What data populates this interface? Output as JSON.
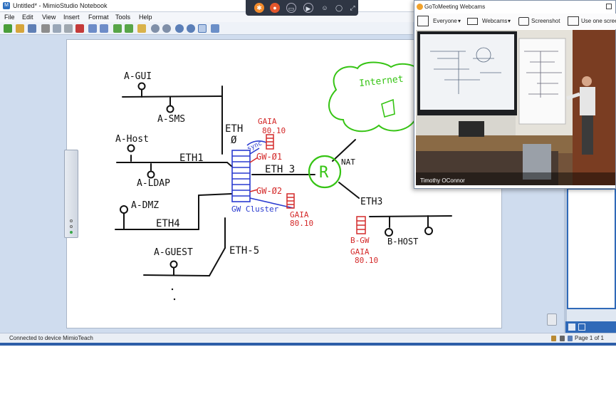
{
  "window": {
    "title": "Untitled* - MimioStudio Notebook"
  },
  "menu": {
    "items": [
      "File",
      "Edit",
      "View",
      "Insert",
      "Format",
      "Tools",
      "Help"
    ]
  },
  "status": {
    "connection": "Connected to device MimioTeach",
    "page": "Page 1 of 1"
  },
  "webcams": {
    "title": "GoToMeeting Webcams",
    "everyone": "Everyone",
    "webcams": "Webcams",
    "screenshot": "Screenshot",
    "share": "Use one screen",
    "presenter": "Timothy OConnor"
  },
  "whiteboard": {
    "labels": {
      "a_gui": "A-GUI",
      "a_sms": "A-SMS",
      "a_host": "A-Host",
      "a_ldap": "A-LDAP",
      "a_dmz": "A-DMZ",
      "a_guest": "A-GUEST",
      "eth0": "ETH",
      "eth0b": "Ø",
      "eth1": "ETH1",
      "eth3a": "ETH 3",
      "eth4": "ETH4",
      "eth5": "ETH-5",
      "eth3b": "ETH3",
      "router": "R",
      "nat": "NAT",
      "internet": "Internet",
      "gaia1a": "GAIA",
      "gaia1b": "80.10",
      "sync": "sync",
      "gw01": "GW-Ø1",
      "gw02": "GW-Ø2",
      "gwcluster": "GW Cluster",
      "gaia2a": "GAIA",
      "gaia2b": "80.10",
      "bgw": "B-GW",
      "bhost": "B-HOST",
      "gaia3a": "GAIA",
      "gaia3b": "80.10"
    }
  },
  "colors": {
    "ink_black": "#111111",
    "ink_red": "#d42a2a",
    "ink_blue": "#2a3bd0",
    "ink_green": "#36c414",
    "accent": "#2d5ea8"
  }
}
